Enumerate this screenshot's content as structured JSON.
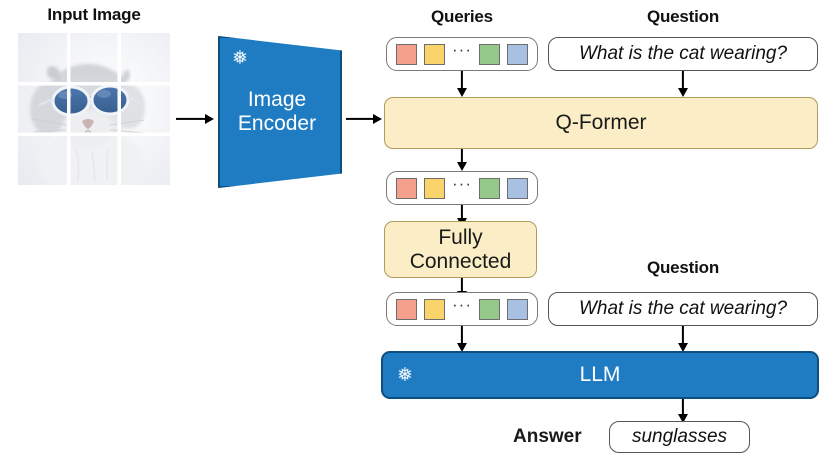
{
  "diagram": {
    "title": "InstructBLIP-style vision-language model architecture",
    "colors": {
      "blue_fill": "#1f7cc2",
      "blue_border": "#0d4e80",
      "yellow_fill": "#fbeec6",
      "yellow_border": "#b09a5c",
      "white_fill": "#ffffff",
      "box_border": "#555555",
      "token_red": "#f4a08c",
      "token_yellow": "#fad46b",
      "token_green": "#94c98a",
      "token_blue": "#a8c1e2"
    }
  },
  "headings": {
    "input_image": "Input Image",
    "queries": "Queries",
    "question_top": "Question",
    "question_bottom": "Question"
  },
  "blocks": {
    "image_encoder": {
      "label_line1": "Image",
      "label_line2": "Encoder",
      "frozen_icon": "snowflake-icon",
      "frozen_glyph": "❅"
    },
    "q_former": {
      "label": "Q-Former"
    },
    "fully_connected": {
      "label_line1": "Fully",
      "label_line2": "Connected"
    },
    "llm": {
      "label": "LLM",
      "frozen_icon": "snowflake-icon",
      "frozen_glyph": "❅"
    }
  },
  "question_text": "What is the cat wearing?",
  "answer": {
    "label": "Answer",
    "value": "sunglasses"
  },
  "token_rows": [
    {
      "name": "queries-tokens",
      "tokens": [
        "red",
        "yellow",
        "ellipsis",
        "green",
        "blue"
      ]
    },
    {
      "name": "qformer-output-tokens",
      "tokens": [
        "red",
        "yellow",
        "ellipsis",
        "green",
        "blue"
      ]
    },
    {
      "name": "projected-tokens",
      "tokens": [
        "red",
        "yellow",
        "ellipsis",
        "green",
        "blue"
      ]
    }
  ],
  "token_ellipsis": "···"
}
